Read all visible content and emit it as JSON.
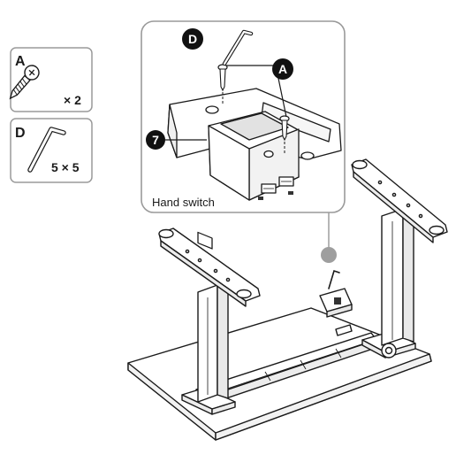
{
  "parts": [
    {
      "letter": "A",
      "quantity": "× 2",
      "icon": "screw-icon"
    },
    {
      "letter": "D",
      "quantity": "5 × 5",
      "icon": "hex-key-icon"
    }
  ],
  "detail": {
    "callout_d": "D",
    "callout_a": "A",
    "step": "7",
    "hand_switch_label": "Hand switch"
  },
  "colors": {
    "stroke": "#1a1a1a",
    "panel_border": "#9a9a9a",
    "callout_fill": "#111111",
    "leader_dot": "#9e9e9e"
  }
}
